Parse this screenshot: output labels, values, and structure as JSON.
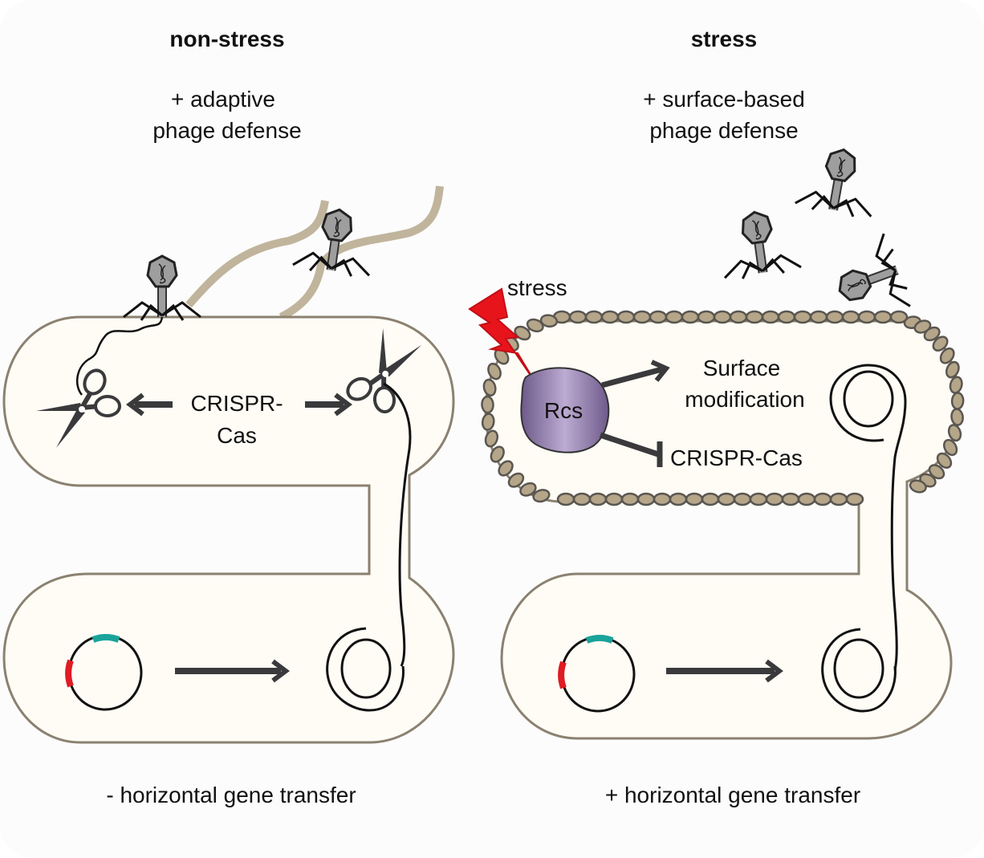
{
  "panels": {
    "left": {
      "title": "non-stress",
      "subtitle_line1": "+ adaptive",
      "subtitle_line2": "phage defense",
      "crispr_line1": "CRISPR-",
      "crispr_line2": "Cas",
      "footer": "- horizontal gene transfer"
    },
    "right": {
      "title": "stress",
      "subtitle_line1": "+ surface-based",
      "subtitle_line2": "phage defense",
      "stress_label": "stress",
      "rcs_label": "Rcs",
      "surface_line1": "Surface",
      "surface_line2": "modification",
      "crispr_label": "CRISPR-Cas",
      "footer": "+ horizontal gene transfer"
    }
  },
  "icons": {
    "phage": "bacteriophage-icon",
    "scissors": "scissors-icon",
    "lightning": "lightning-bolt-icon",
    "plasmid": "plasmid-icon"
  },
  "colors": {
    "cell_fill": "#fefcf5",
    "cell_outline": "#8b8170",
    "capsule_bead": "#b5a68a",
    "bead_outline": "#5a5650",
    "phage_gray": "#9e9e9e",
    "arrow": "#3a3a3c",
    "rcs_purple": "#9b86b5",
    "stress_red": "#e8141c",
    "plasmid_teal": "#1aa39a",
    "plasmid_red": "#e01b24",
    "debris": "#c0b49c"
  }
}
